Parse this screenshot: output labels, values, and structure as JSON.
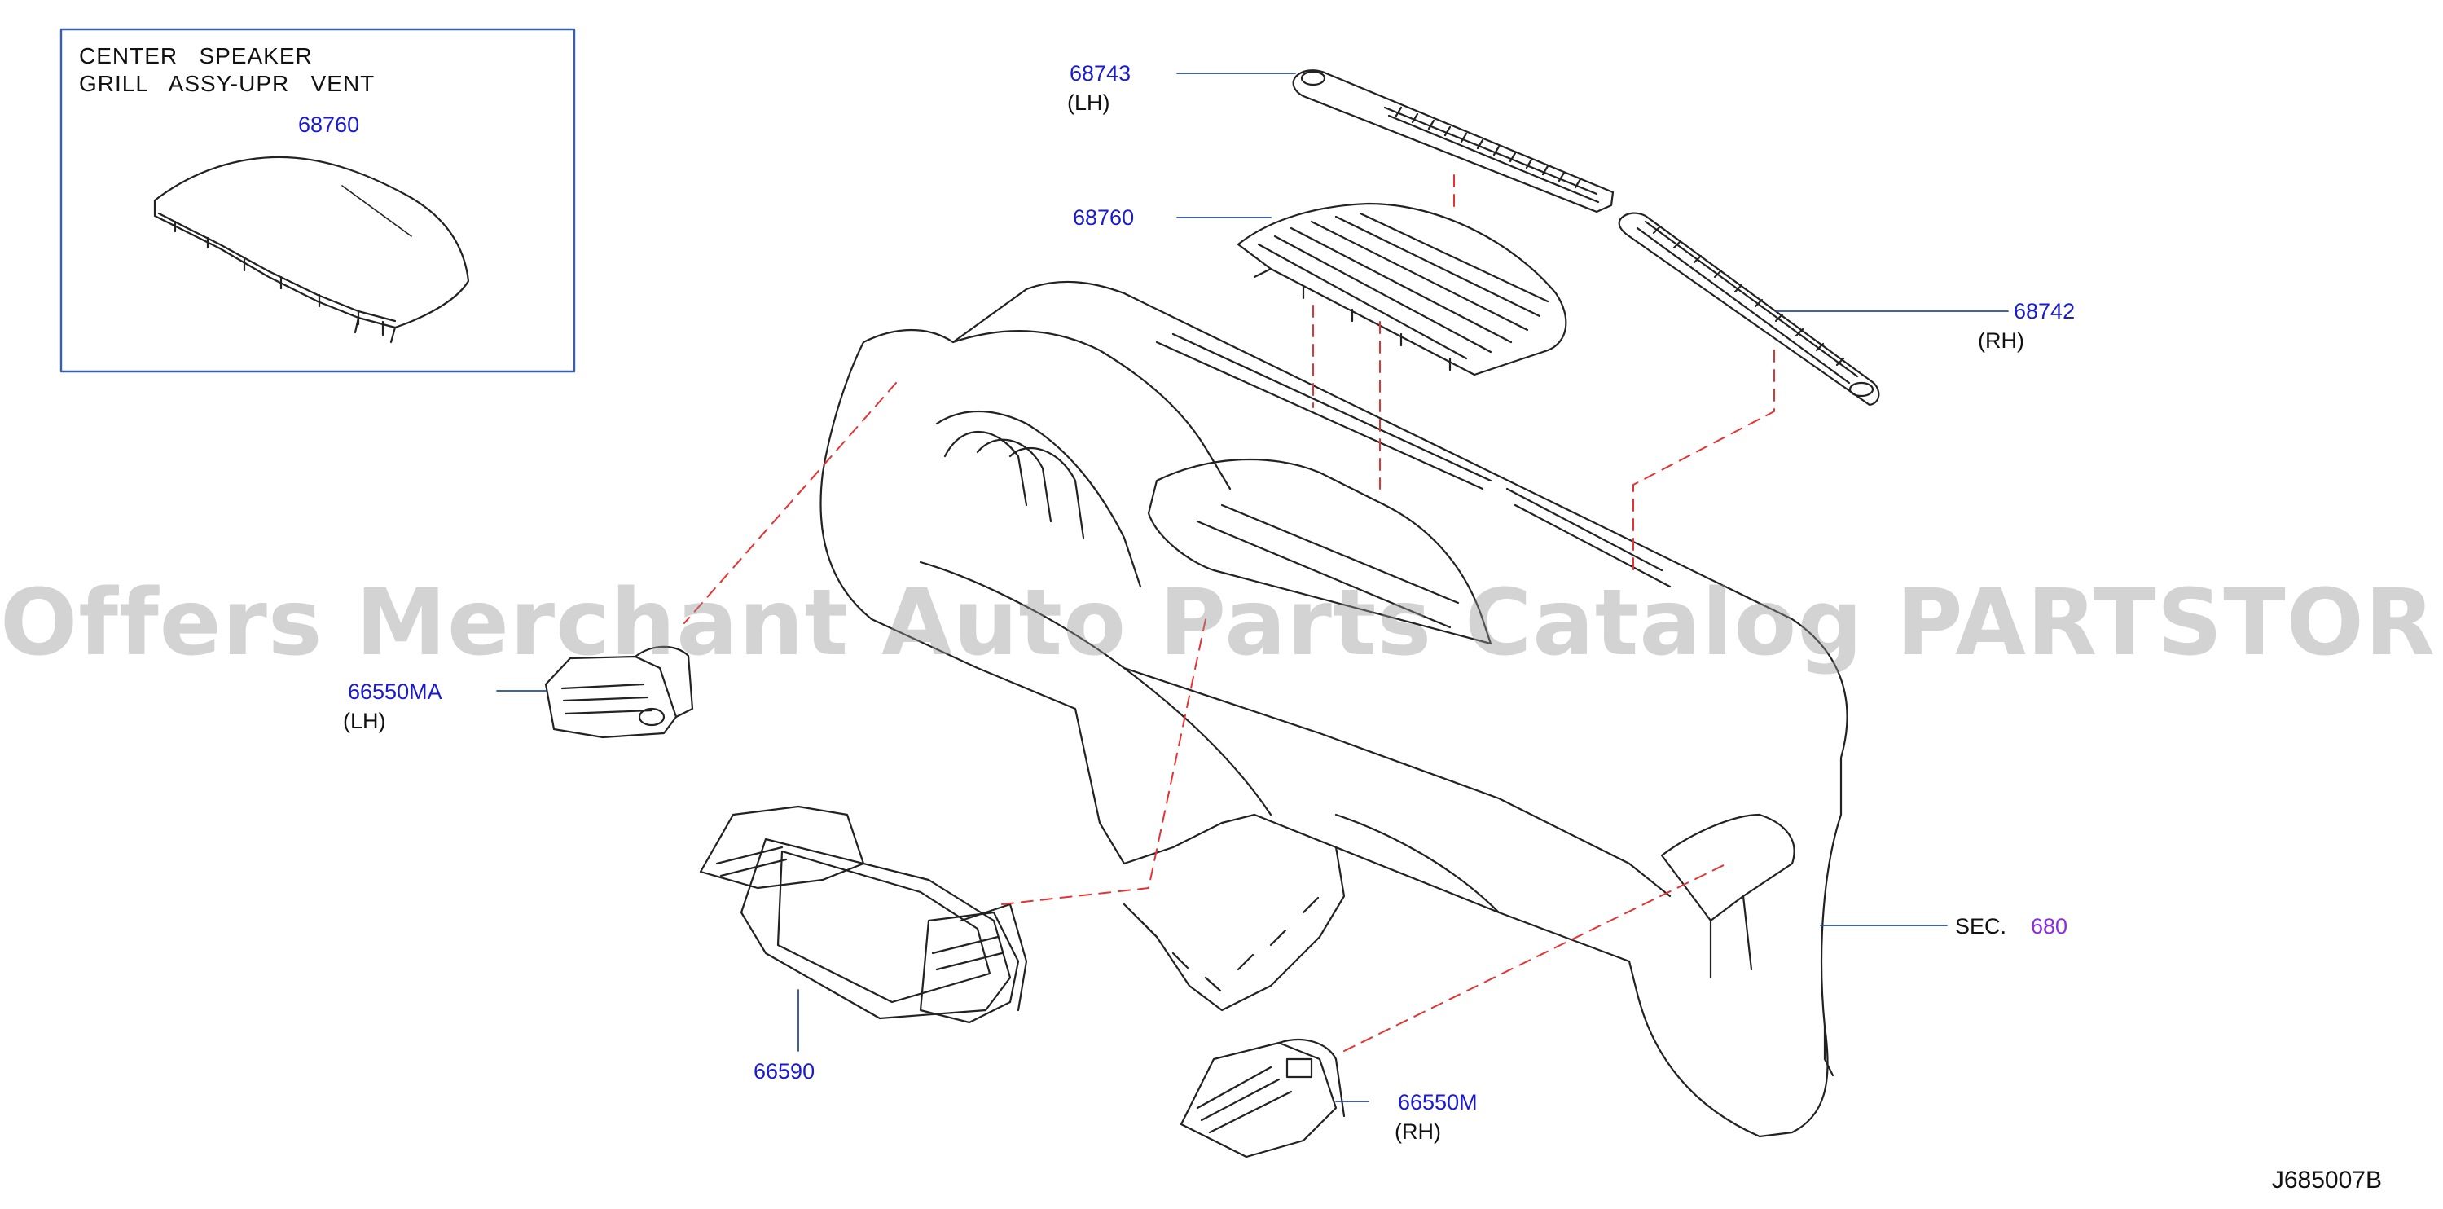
{
  "inset": {
    "title_line1": "CENTER   SPEAKER",
    "title_line2": "GRILL   ASSY-UPR   VENT",
    "part_number": "68760"
  },
  "callouts": {
    "p68743": {
      "number": "68743",
      "side": "(LH)"
    },
    "p68760": {
      "number": "68760"
    },
    "p68742": {
      "number": "68742",
      "side": "(RH)"
    },
    "p66550ma": {
      "number": "66550MA",
      "side": "(LH)"
    },
    "p66590": {
      "number": "66590"
    },
    "p66550m": {
      "number": "66550M",
      "side": "(RH)"
    },
    "sec": {
      "label": "SEC.",
      "number": "680"
    }
  },
  "watermark": "Offers Merchant Auto Parts Catalog PARTSTORE.SA",
  "diagram_code": "J685007B",
  "colors": {
    "part_number": "#1a1ad0",
    "section_link": "#8a2be2",
    "leader_dash": "#e53333",
    "line": "#222222"
  }
}
